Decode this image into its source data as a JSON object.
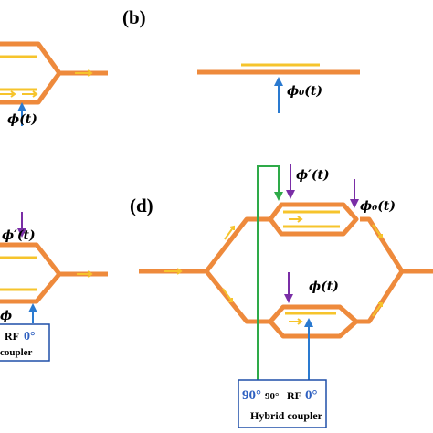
{
  "panels": {
    "b": {
      "label": "(b)"
    },
    "d": {
      "label": "(d)"
    }
  },
  "labels": {
    "phi_t": "ϕ(t)",
    "phi_prime_t": "ϕ′(t)",
    "phi0_t": "ϕ₀(t)"
  },
  "hybrid_coupler": {
    "deg_90_blue": "90°",
    "deg_90_black": "90°",
    "rf": "RF",
    "deg_0_blue": "0°",
    "name": "Hybrid coupler"
  },
  "left_partial": {
    "rf": "RF",
    "deg_0": "0°",
    "name": "coupler"
  },
  "colors": {
    "waveguide": "#ee8a3c",
    "electrode": "#f6c42c",
    "arrow_blue": "#2a7ad0",
    "arrow_purple": "#7a2ea6",
    "feed_green": "#2eaa48",
    "box_border": "#1f4fa8",
    "text_blue": "#2d5fc0"
  }
}
